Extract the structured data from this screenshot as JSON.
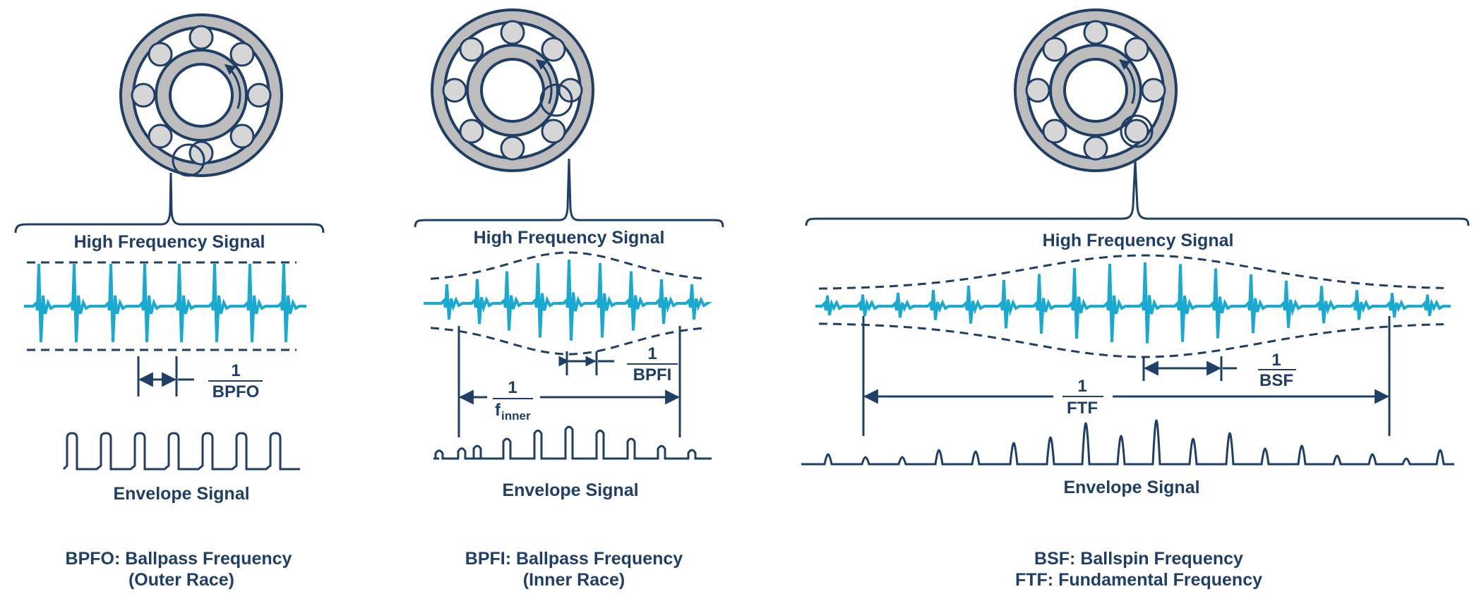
{
  "panels": [
    {
      "key": "bpfo",
      "heading": "High Frequency Signal",
      "period_numerator": "1",
      "period_denominator": "BPFO",
      "envelope_label": "Envelope Signal",
      "caption_line1": "BPFO: Ballpass Frequency",
      "caption_line2": "(Outer Race)"
    },
    {
      "key": "bpfi",
      "heading": "High Frequency Signal",
      "period_numerator": "1",
      "period_denominator": "BPFI",
      "long_period_numerator": "1",
      "long_period_denominator": "f",
      "long_period_subscript": "inner",
      "envelope_label": "Envelope Signal",
      "caption_line1": "BPFI: Ballpass Frequency",
      "caption_line2": "(Inner Race)"
    },
    {
      "key": "bsf",
      "heading": "High Frequency Signal",
      "period_numerator": "1",
      "period_denominator": "BSF",
      "long_period_numerator": "1",
      "long_period_denominator": "FTF",
      "envelope_label": "Envelope Signal",
      "caption_line1": "BSF: Ballspin Frequency",
      "caption_line2": "FTF: Fundamental Frequency"
    }
  ],
  "colors": {
    "navy": "#1f3f66",
    "cyan": "#19a9d1",
    "race_gray": "#bdbdbd",
    "ball_gray": "#d6d6d6"
  }
}
